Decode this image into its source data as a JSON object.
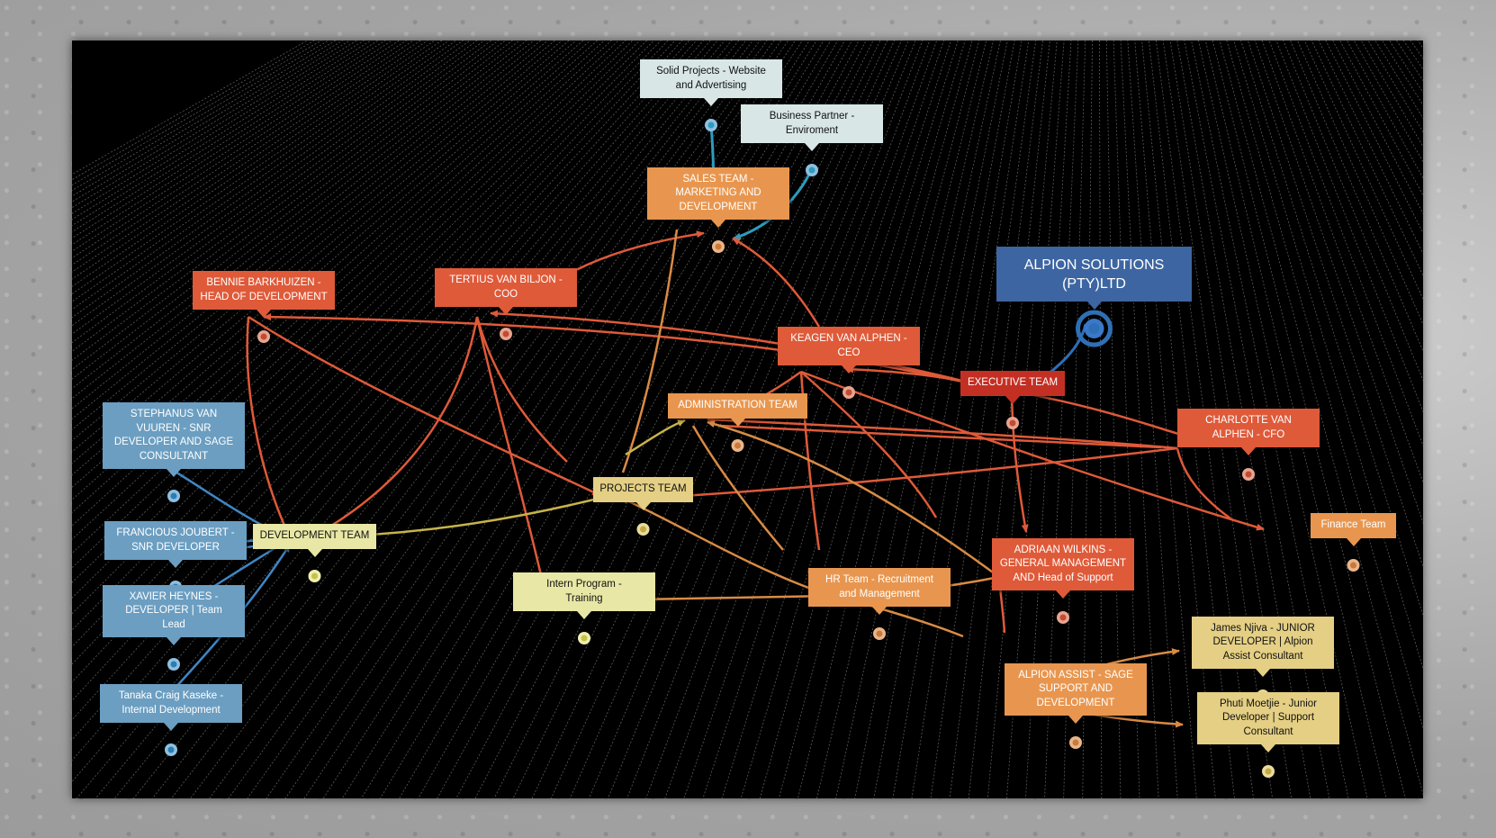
{
  "colors": {
    "red": "#df5a39",
    "dark_red": "#c42f24",
    "orange": "#e8964f",
    "yellow": "#e4cf84",
    "light_yellow": "#e8e7a5",
    "blue": "#6b9ec1",
    "pale": "#d8e6e6",
    "root": "#3d65a1",
    "board": "#000000"
  },
  "nodes": {
    "solid_projects": "Solid Projects - Website\nand Advertising",
    "business_partner": "Business Partner -\nEnviroment",
    "sales_team": "SALES TEAM -\nMARKETING AND\nDEVELOPMENT",
    "alpion_solutions": "ALPION SOLUTIONS\n(PTY)LTD",
    "bennie": "BENNIE BARKHUIZEN -\nHEAD OF DEVELOPMENT",
    "tertius": "TERTIUS VAN BILJON -\nCOO",
    "keagen": "KEAGEN VAN ALPHEN -\nCEO",
    "executive_team": "EXECUTIVE TEAM",
    "administration_team": "ADMINISTRATION TEAM",
    "charlotte": "CHARLOTTE VAN\nALPHEN - CFO",
    "stephanus": "STEPHANUS VAN\nVUUREN - SNR\nDEVELOPER AND SAGE\nCONSULTANT",
    "projects_team": "PROJECTS TEAM",
    "finance_team": "Finance Team",
    "francious": "FRANCIOUS JOUBERT -\nSNR DEVELOPER",
    "development_team": "DEVELOPMENT TEAM",
    "adriaan": "ADRIAAN WILKINS -\nGENERAL MANAGEMENT\nAND Head of Support",
    "hr_team": "HR Team  - Recruitment\nand Management",
    "intern_program": "Intern Program -\nTraining",
    "xavier": "XAVIER HEYNES -\nDEVELOPER | Team\nLead",
    "james": "James Njiva - JUNIOR\nDEVELOPER | Alpion\nAssist Consultant",
    "alpion_assist": "ALPION ASSIST - SAGE\nSUPPORT AND\nDEVELOPMENT",
    "phuti": "Phuti Moetjie - Junior\nDeveloper | Support\nConsultant",
    "tanaka": "Tanaka Craig Kaseke -\nInternal Development"
  }
}
